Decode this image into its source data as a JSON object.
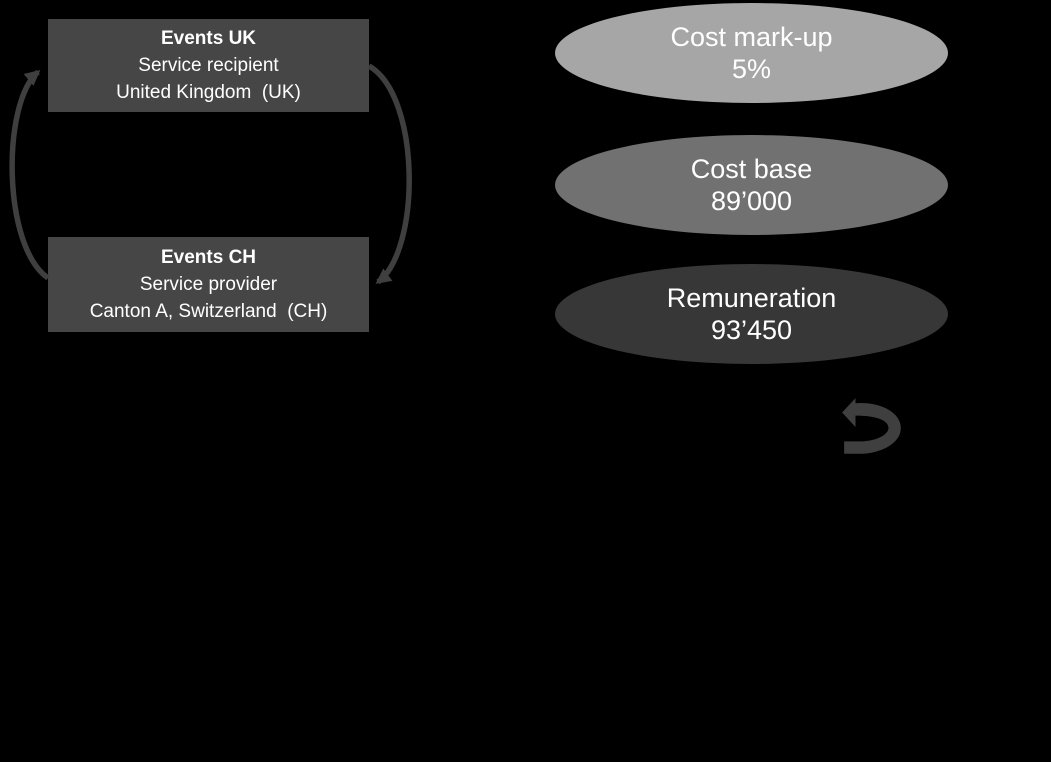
{
  "background_color": "#000000",
  "entities": {
    "box_fill": "#464646",
    "text_color": "#ffffff",
    "items": [
      {
        "title": "Events UK",
        "role": "Service recipient",
        "location": "United Kingdom  (UK)"
      },
      {
        "title": "Events CH",
        "role": "Service provider",
        "location": "Canton A, Switzerland  (CH)"
      }
    ]
  },
  "flow_arrows": {
    "color": "#3f3f3f"
  },
  "pricing_ellipses": {
    "text_color": "#ffffff",
    "items": [
      {
        "label": "Cost mark-up",
        "value": "5%",
        "fill": "#a6a6a6"
      },
      {
        "label": "Cost base",
        "value": "89’000",
        "fill": "#717171"
      },
      {
        "label": "Remuneration",
        "value": "93’450",
        "fill": "#373737"
      }
    ]
  },
  "rotate_arrow_icon": {
    "fill": "#3f3f3f"
  }
}
